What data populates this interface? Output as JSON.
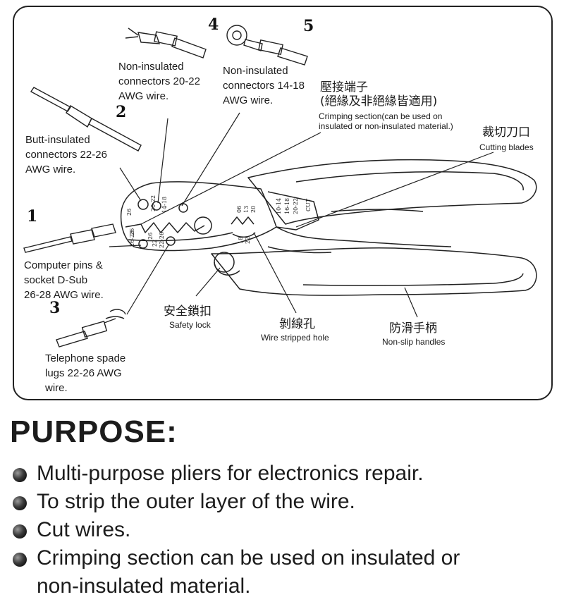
{
  "diagram": {
    "callouts": {
      "c1": {
        "number": "1",
        "text": "Computer pins &\nsocket D-Sub\n26-28 AWG wire."
      },
      "c2": {
        "number": "2",
        "text": "Butt-insulated\nconnectors 22-26\nAWG wire."
      },
      "c3": {
        "number": "3",
        "text": "Telephone spade\nlugs 22-26 AWG\nwire."
      },
      "c4": {
        "number": "4",
        "text": "Non-insulated\nconnectors 20-22\nAWG wire."
      },
      "c5": {
        "number": "5",
        "text": "Non-insulated\nconnectors 14-18\nAWG wire."
      }
    },
    "crimping": {
      "zh": "壓接端子\n(絕緣及非絕緣皆適用)",
      "en": "Crimping section(can be used on\ninsulated or non-insulated material.)"
    },
    "cutting": {
      "zh": "裁切刀口",
      "en": "Cutting blades"
    },
    "safety_lock": {
      "zh": "安全鎖扣",
      "en": "Safety lock"
    },
    "wire_hole": {
      "zh": "剝線孔",
      "en": "Wire stripped hole"
    },
    "handles": {
      "zh": "防滑手柄",
      "en": "Non-slip handles"
    },
    "tool_marks": {
      "m26": "26",
      "m20_22": "20-22",
      "m14_18": "14-18",
      "m26b": "26",
      "m26_28": "26-28",
      "m22_26": "22-26",
      "m22": "22",
      "m26c": "26",
      "s06": "06",
      "s13": "13",
      "s20": "20",
      "s18": "18",
      "s22": "22",
      "c10_14": "10-14",
      "c16_18": "16-18",
      "c20_22": "20-22",
      "cut": "CUT"
    }
  },
  "purpose": {
    "heading": "PURPOSE:",
    "items": [
      "Multi-purpose pliers for electronics repair.",
      "To strip the outer layer of the wire.",
      "Cut wires.",
      "Crimping section can be used on insulated or\nnon-insulated material."
    ]
  }
}
